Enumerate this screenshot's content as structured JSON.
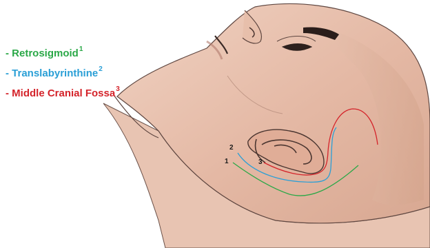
{
  "legend": [
    {
      "label": "- Retrosigmoid",
      "number": "1",
      "color": "#2aa847"
    },
    {
      "label": "- Translabyrinthine",
      "number": "2",
      "color": "#2a9fd6"
    },
    {
      "label": "- Middle Cranial Fossa",
      "number": "3",
      "color": "#d4232a"
    }
  ],
  "markers": {
    "retro": "1",
    "trans": "2",
    "mcf": "3"
  }
}
